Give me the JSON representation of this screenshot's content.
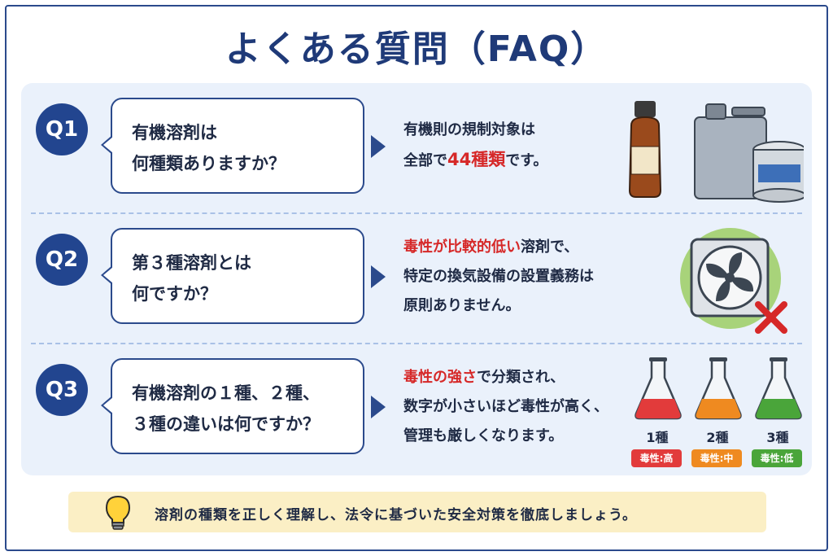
{
  "title": "よくある質問（FAQ）",
  "colors": {
    "navy": "#22458f",
    "red": "#d62828",
    "panel": "#eaf1fb",
    "tip": "#fbefc5",
    "high": "#e23b3b",
    "mid": "#ef8a20",
    "low": "#4aa53a"
  },
  "faq": [
    {
      "badge": "Q1",
      "q_line1": "有機溶剤は",
      "q_line2": "何種類ありますか？",
      "a_line1": "有機則の規制対象は",
      "a_pre": "全部で",
      "a_red": "44種類",
      "a_post": "です。",
      "icon": "solvent-containers-icon"
    },
    {
      "badge": "Q2",
      "q_line1": "第３種溶剤とは",
      "q_line2": "何ですか？",
      "a_red": "毒性が比較的低い",
      "a_post": "溶剤で、",
      "a_line2": "特定の換気設備の設置義務は",
      "a_line3": "原則ありません。",
      "icon": "no-ventilation-fan-icon"
    },
    {
      "badge": "Q3",
      "q_line1": "有機溶剤の１種、２種、",
      "q_line2": "３種の違いは何ですか？",
      "a_red": "毒性の強さ",
      "a_post": "で分類され、",
      "a_line2": "数字が小さいほど毒性が高く、",
      "a_line3": "管理も厳しくなります。",
      "levels": [
        {
          "label": "1種",
          "tag": "毒性:高"
        },
        {
          "label": "2種",
          "tag": "毒性:中"
        },
        {
          "label": "3種",
          "tag": "毒性:低"
        }
      ]
    }
  ],
  "tip": {
    "text": "溶剤の種類を正しく理解し、法令に基づいた安全対策を徹底しましょう。",
    "icon": "lightbulb-icon"
  }
}
